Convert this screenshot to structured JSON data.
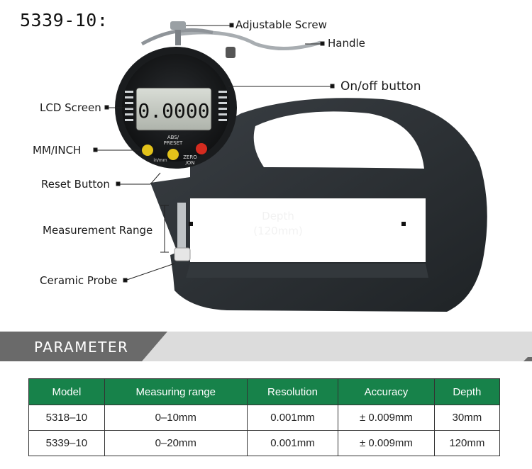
{
  "title": "5339-10:",
  "labels": {
    "adjustable_screw": "Adjustable Screw",
    "handle": "Handle",
    "on_off_button": "On/off button",
    "lcd_screen": "LCD Screen",
    "mm_inch": "MM/INCH",
    "reset_button": "Reset Button",
    "measurement_range": "Measurement Range",
    "ceramic_probe": "Ceramic Probe",
    "depth": "Depth",
    "depth_value": "(120mm)"
  },
  "gauge": {
    "display_value": "0.0000",
    "abs_preset": "ABS/",
    "preset": "PRESET",
    "in_mm": "in/mm",
    "zero": "ZERO",
    "on": "/ON"
  },
  "section_title": "PARAMETER",
  "table": {
    "headers": [
      "Model",
      "Measuring range",
      "Resolution",
      "Accuracy",
      "Depth"
    ],
    "rows": [
      [
        "5318–10",
        "0–10mm",
        "0.001mm",
        "± 0.009mm",
        "30mm"
      ],
      [
        "5339–10",
        "0–20mm",
        "0.001mm",
        "± 0.009mm",
        "120mm"
      ]
    ]
  },
  "colors": {
    "header_green": "#17824a",
    "band_gray": "#dcdcdc",
    "band_dark": "#6a6a6a",
    "tool_body": "#2b2f33"
  }
}
